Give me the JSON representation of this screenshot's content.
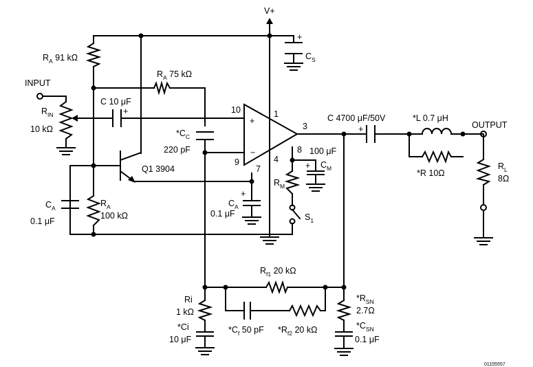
{
  "labels": {
    "vplus": "V+",
    "input": "INPUT",
    "output": "OUTPUT",
    "ra_top_name": "R",
    "ra_top_sub": "A",
    "ra_top_val": " 91 kΩ",
    "ra_mid_name": "R",
    "ra_mid_sub": "A",
    "ra_mid_val": " 75 kΩ",
    "rin_name": "R",
    "rin_sub": "IN",
    "rin_val": "10 kΩ",
    "c_in": "C 10 μF",
    "plus": "+",
    "minus": "−",
    "cc_name": "*C",
    "cc_sub": "C",
    "cc_val": "220 pF",
    "cs_name": "C",
    "cs_sub": "S",
    "pin10": "10",
    "pin1": "1",
    "pin3": "3",
    "pin8": "8",
    "pin4": "4",
    "pin9": "9",
    "pin7": "7",
    "q1": "Q1  3904",
    "ca_left_name": "C",
    "ca_left_sub": "A",
    "ca_left_val": "0.1 μF",
    "ra_bot_name": "R",
    "ra_bot_sub": "A",
    "ra_bot_val": "100 kΩ",
    "ca_mid_name": "C",
    "ca_mid_sub": "A",
    "ca_mid_val": "0.1 μF",
    "cm_val": "100 μF",
    "cm_name": "C",
    "cm_sub": "M",
    "rm_name": "R",
    "rm_sub": "M",
    "s1_name": "S",
    "s1_sub": "1",
    "cout": "C 4700 μF/50V",
    "l_val": "*L 0.7 μH",
    "r10": "*R 10Ω",
    "rl_name": "R",
    "rl_sub": "L",
    "rl_val": "8Ω",
    "rf1_name": "R",
    "rf1_sub": "f1",
    "rf1_val": " 20 kΩ",
    "cf_name": "*C",
    "cf_sub": "f",
    "cf_val": " 50 pF",
    "rf2_name": "*R",
    "rf2_sub": "f2",
    "rf2_val": " 20 kΩ",
    "ri_name": "Ri",
    "ri_val": "1 kΩ",
    "ci_name": "*Ci",
    "ci_val": "10 μF",
    "rsn_name": "*R",
    "rsn_sub": "SN",
    "rsn_val": "2.7Ω",
    "csn_name": "*C",
    "csn_sub": "SN",
    "csn_val": "0.1 μF",
    "figure_id": "01155557"
  }
}
